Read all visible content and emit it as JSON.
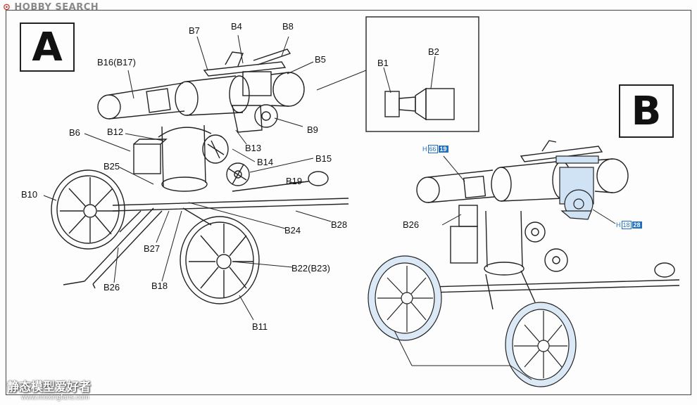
{
  "watermark_top": "HOBBY SEARCH",
  "steps": {
    "a": "A",
    "b": "B"
  },
  "labels_a": {
    "b7": "B7",
    "b4": "B4",
    "b8": "B8",
    "b5": "B5",
    "b16": "B16(B17)",
    "b6": "B6",
    "b12": "B12",
    "b9": "B9",
    "b13": "B13",
    "b14": "B14",
    "b15": "B15",
    "b25": "B25",
    "b19": "B19",
    "b10": "B10",
    "b28": "B28",
    "b24": "B24",
    "b27": "B27",
    "b22": "B22(B23)",
    "b26": "B26",
    "b18": "B18",
    "b11": "B11"
  },
  "inset_labels": {
    "b1": "B1",
    "b2": "B2"
  },
  "labels_b": {
    "b26": "B26"
  },
  "paint_refs": [
    {
      "prefix": "H",
      "num": "66",
      "alt": "19"
    },
    {
      "prefix": "H",
      "num": "18",
      "alt": "28"
    }
  ],
  "colors": {
    "paint_blue": "#1e6fc4",
    "part_fill": "#cfe3f4"
  },
  "watermark_bottom": {
    "cn": "静态模型爱好者",
    "url": "www.moxingfans.com"
  }
}
